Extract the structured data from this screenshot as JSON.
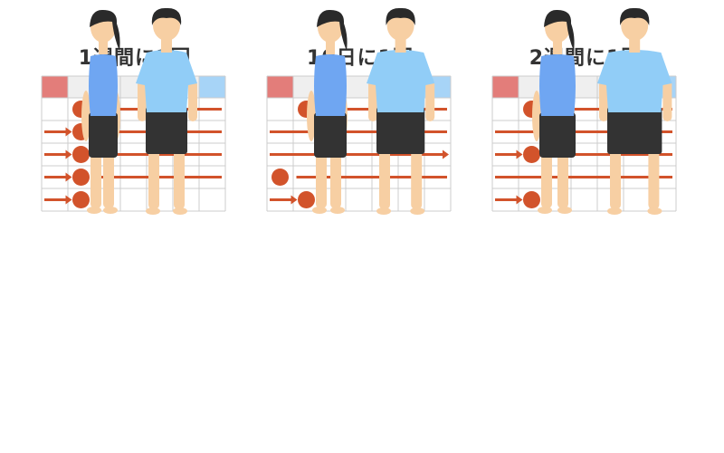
{
  "colors": {
    "header_red": "#E37D7A",
    "header_blue": "#A7D4F7",
    "header_gray": "#EFEFEF",
    "grid_line": "#CCCCCC",
    "accent": "#D2532B",
    "skin": "#F7CFA3",
    "hair": "#2A2A2A",
    "woman_top": "#6FA6F2",
    "man_top": "#91CDF7",
    "shorts": "#333333"
  },
  "panels": [
    {
      "title": "1週間に1回",
      "rows": [
        {
          "dot_col": 1,
          "arrow_in": false,
          "line_before": false,
          "line_after": true,
          "line_end_arrow": false
        },
        {
          "dot_col": 1,
          "arrow_in": true,
          "line_before": false,
          "line_after": true,
          "line_end_arrow": false
        },
        {
          "dot_col": 1,
          "arrow_in": true,
          "line_before": false,
          "line_after": true,
          "line_end_arrow": false
        },
        {
          "dot_col": 1,
          "arrow_in": true,
          "line_before": false,
          "line_after": true,
          "line_end_arrow": false
        },
        {
          "dot_col": 1,
          "arrow_in": true,
          "line_before": false,
          "line_after": false,
          "line_end_arrow": false
        }
      ],
      "body": "thin"
    },
    {
      "title": "10日に1回",
      "rows": [
        {
          "dot_col": 1,
          "arrow_in": false,
          "line_before": false,
          "line_after": true,
          "line_end_arrow": false
        },
        {
          "dot_col": 4.5,
          "arrow_in": false,
          "line_before": true,
          "line_after": true,
          "line_end_arrow": false
        },
        {
          "dot_col": null,
          "arrow_in": false,
          "line_before": true,
          "line_after": false,
          "line_end_arrow": true
        },
        {
          "dot_col": 0,
          "arrow_in": false,
          "line_before": false,
          "line_after": true,
          "line_end_arrow": false
        },
        {
          "dot_col": 1,
          "arrow_in": true,
          "line_before": false,
          "line_after": false,
          "line_end_arrow": false
        }
      ],
      "body": "medium"
    },
    {
      "title": "2週間に1回",
      "rows": [
        {
          "dot_col": 1,
          "arrow_in": false,
          "line_before": false,
          "line_after": true,
          "line_end_arrow": false
        },
        {
          "dot_col": null,
          "arrow_in": false,
          "line_before": true,
          "line_after": false,
          "line_end_arrow": false
        },
        {
          "dot_col": 1,
          "arrow_in": true,
          "line_before": false,
          "line_after": true,
          "line_end_arrow": false
        },
        {
          "dot_col": null,
          "arrow_in": false,
          "line_before": true,
          "line_after": false,
          "line_end_arrow": false
        },
        {
          "dot_col": 1,
          "arrow_in": true,
          "line_before": false,
          "line_after": false,
          "line_end_arrow": false
        }
      ],
      "body": "wide"
    }
  ]
}
